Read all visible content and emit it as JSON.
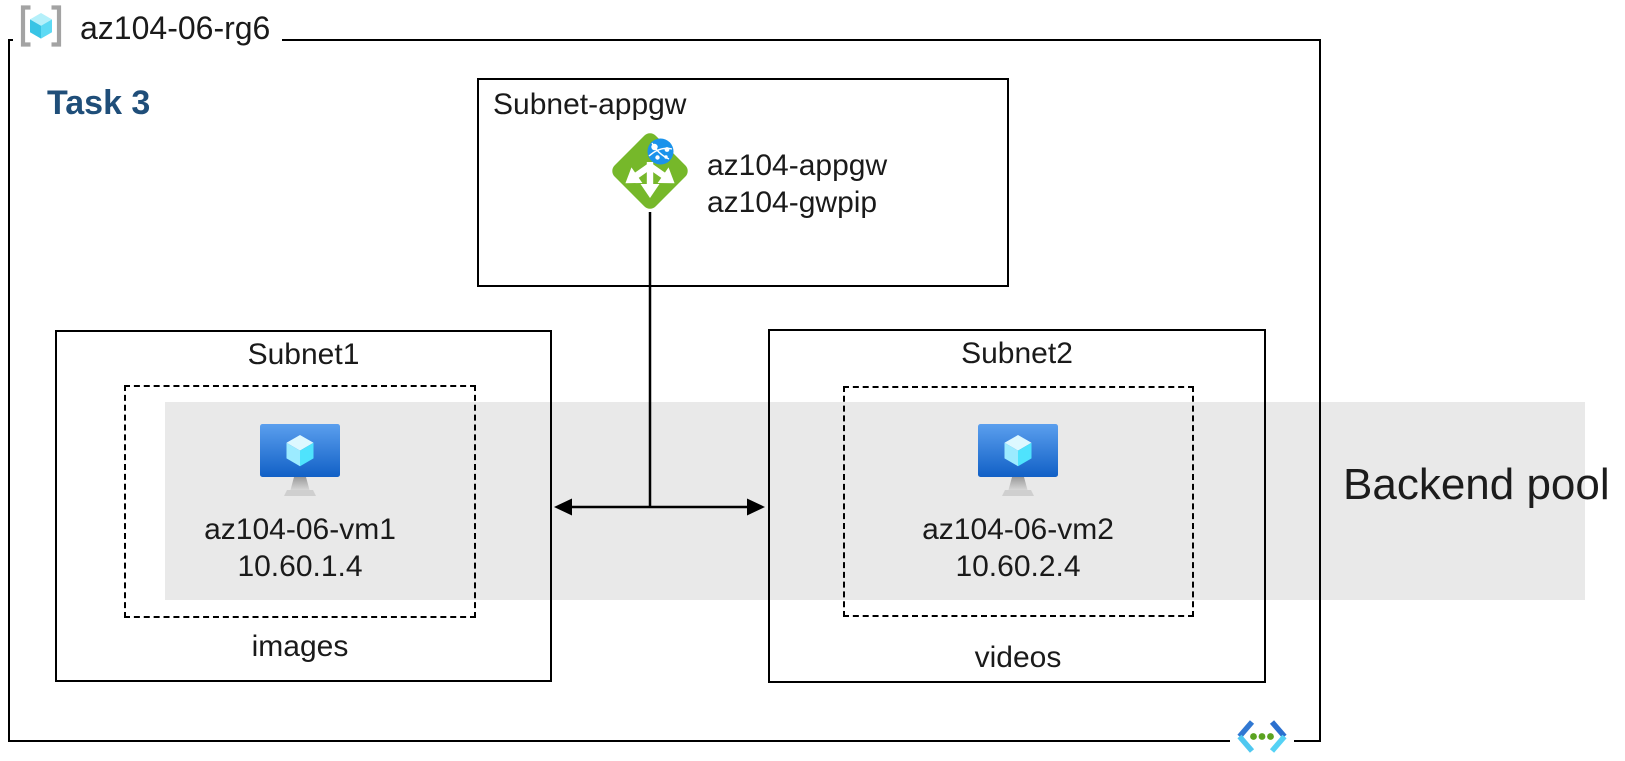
{
  "resource_group": {
    "name": "az104-06-rg6",
    "icon": "resource-group-icon"
  },
  "task": {
    "label": "Task 3"
  },
  "appgw_subnet": {
    "title": "Subnet-appgw",
    "gateway_name": "az104-appgw",
    "gateway_pip": "az104-gwpip",
    "icon": "application-gateway-icon"
  },
  "subnet1": {
    "title": "Subnet1",
    "vm_name": "az104-06-vm1",
    "vm_ip": "10.60.1.4",
    "caption": "images",
    "icon": "virtual-machine-icon"
  },
  "subnet2": {
    "title": "Subnet2",
    "vm_name": "az104-06-vm2",
    "vm_ip": "10.60.2.4",
    "caption": "videos",
    "icon": "virtual-machine-icon"
  },
  "backend_pool": {
    "label": "Backend pool"
  },
  "vnet": {
    "icon": "virtual-network-icon"
  },
  "colors": {
    "border_black": "#000000",
    "task_label_blue": "#1f4e79",
    "backend_band_gray": "#e9e9e9",
    "appgw_green": "#76b82a",
    "globe_blue": "#1b93eb",
    "vm_screen_top": "#5b9fee",
    "vm_screen_bottom": "#1160c6",
    "cube_cyan": "#50e6ff",
    "rg_bracket_gray": "#a3a3a3",
    "vnet_blue": "#3178d2",
    "vnet_cyan": "#55d2f5",
    "vnet_dot_green": "#5ba321"
  }
}
